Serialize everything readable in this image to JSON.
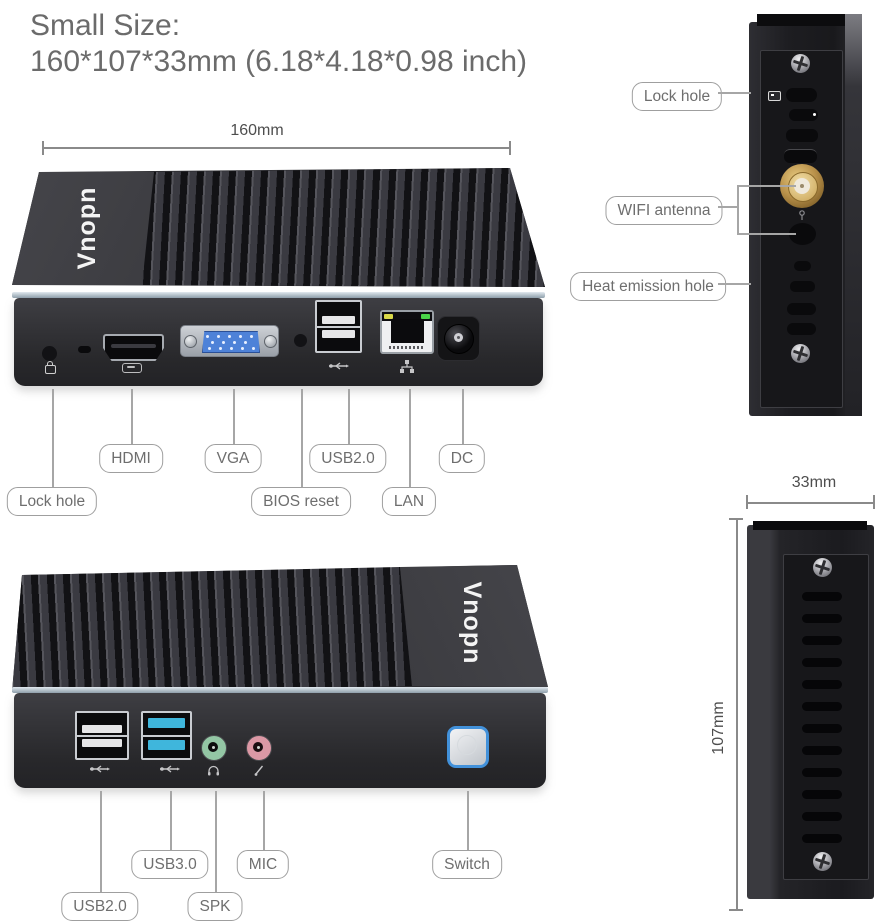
{
  "title": {
    "line1": "Small Size:",
    "line2": "160*107*33mm (6.18*4.18*0.98 inch)"
  },
  "brand": "Vnopn",
  "dims": {
    "width": "160mm",
    "depth": "33mm",
    "height": "107mm"
  },
  "labels": {
    "lock_hole": "Lock hole",
    "hdmi": "HDMI",
    "vga": "VGA",
    "bios_reset": "BIOS reset",
    "usb20": "USB2.0",
    "lan": "LAN",
    "dc": "DC",
    "usb30": "USB3.0",
    "spk": "SPK",
    "mic": "MIC",
    "switch": "Switch",
    "wifi_antenna": "WIFI antenna",
    "heat_emission_hole": "Heat emission hole"
  },
  "colors": {
    "switch_blue": "#4291da",
    "vga_blue": "#4e82d8",
    "usb3_blue": "#3fb6dc",
    "antenna_gold": "#b9914a",
    "led_yellow": "#d8d848",
    "led_green": "#4ad448",
    "audio_green": "#93c6a4",
    "audio_pink": "#dc98a5"
  },
  "icons": [
    "lock-icon",
    "hdmi-icon",
    "usb-icon",
    "lan-icon",
    "headphone-icon",
    "mic-icon",
    "antenna-icon",
    "screw-icon",
    "power-switch-icon"
  ]
}
